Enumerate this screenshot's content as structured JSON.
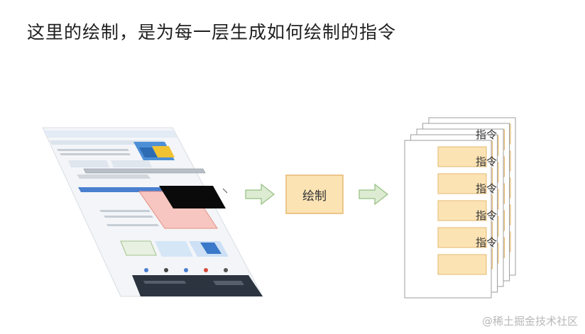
{
  "title": "这里的绘制，是为每一层生成如何绘制的指令",
  "process_box": {
    "label": "绘制",
    "fill": "#fbe3b4",
    "stroke": "#e5b870"
  },
  "instructions": {
    "label": "指令",
    "items": [
      "指令",
      "指令",
      "指令",
      "指令",
      "指令"
    ],
    "card_fill": "#ffffff",
    "card_stroke": "#9e9e9e",
    "cell_fill": "#fbe3b4"
  },
  "arrow_style": {
    "fill": "#dcebd2",
    "stroke": "#95bf7f"
  },
  "watermark": "@稀土掘金技术社区"
}
